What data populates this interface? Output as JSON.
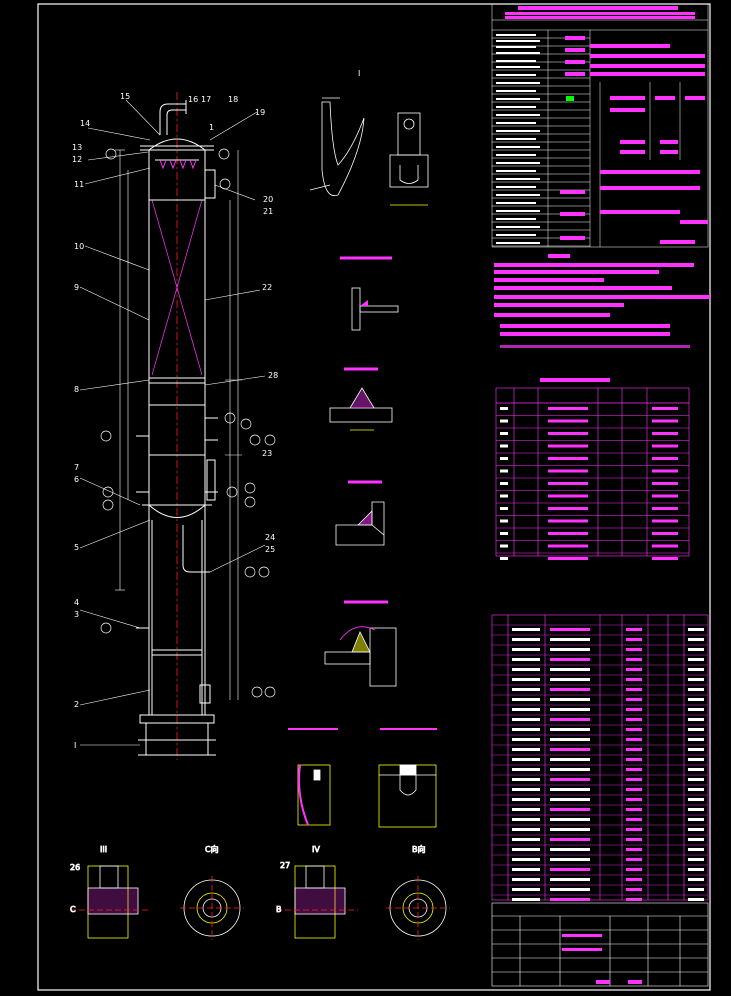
{
  "drawing": {
    "frame_color": "#ffffff",
    "accent_color": "#ff00ff",
    "centerline_color": "#ff0000",
    "dim_color": "#ffff00"
  },
  "part_numbers": [
    "1",
    "2",
    "3",
    "4",
    "5",
    "6",
    "7",
    "8",
    "9",
    "10",
    "11",
    "12",
    "13",
    "14",
    "15",
    "16",
    "17",
    "18",
    "19",
    "20",
    "21",
    "22",
    "23",
    "24",
    "25",
    "26",
    "27",
    "28"
  ],
  "section_marks": {
    "main": "I",
    "detail_i": "I",
    "detail_iii": "III",
    "detail_iv": "IV",
    "view_c": "C向",
    "view_b": "B向",
    "mark_c": "C",
    "mark_b": "B"
  },
  "icons": [
    "nozzle-balloon-icon",
    "weld-symbol-icon",
    "section-arrow-icon"
  ]
}
